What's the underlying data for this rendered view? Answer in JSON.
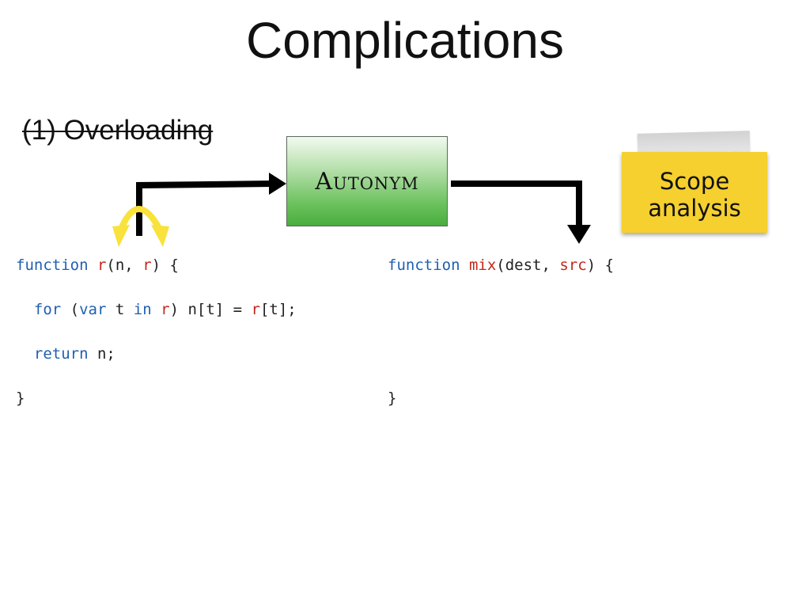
{
  "title": "Complications",
  "overloading_label": "(1) Overloading",
  "autonym_label": "Autonym",
  "note": {
    "line1": "Scope",
    "line2": "analysis"
  },
  "colors": {
    "keyword": "#1f5fb0",
    "highlight": "#c4261a",
    "note_yellow": "#f5d02e",
    "arrow_yellow": "#f8e23b"
  },
  "code_left": {
    "line1": {
      "kw": "function",
      "name": "r",
      "open": "(n, ",
      "param": "r",
      "close": ") {"
    },
    "line2": {
      "indent": "  ",
      "kw1": "for",
      "mid1": " (",
      "kw2": "var",
      "mid2": " t ",
      "kw3": "in",
      "sp": " ",
      "p1": "r",
      "mid3": ") n[t] = ",
      "p2": "r",
      "end": "[t];"
    },
    "line3": {
      "indent": "  ",
      "kw": "return",
      "rest": " n;"
    },
    "line4": "}"
  },
  "code_right": {
    "line1": {
      "kw": "function",
      "name": "mix",
      "open": "(dest, ",
      "param": "src",
      "close": ") {"
    },
    "line4": "}"
  }
}
